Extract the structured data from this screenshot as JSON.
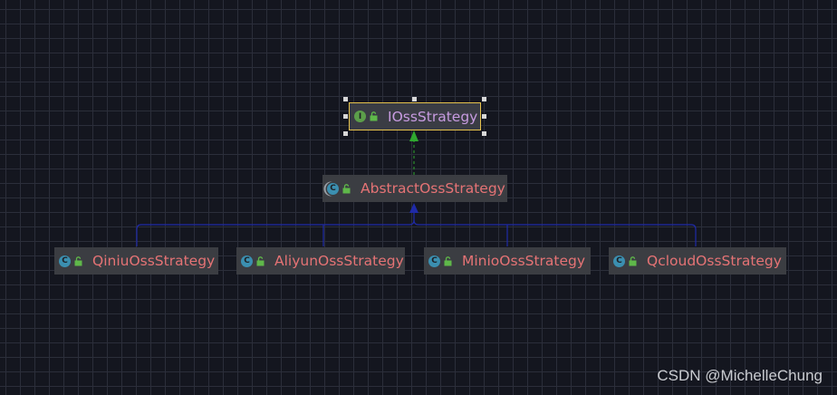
{
  "diagram": {
    "nodes": [
      {
        "id": "ioss",
        "label": "IOssStrategy",
        "kind": "interface",
        "kind_letter": "I",
        "icon": "interface-icon",
        "selected": true
      },
      {
        "id": "abstract",
        "label": "AbstractOssStrategy",
        "kind": "abstract-class",
        "kind_letter": "C",
        "icon": "abstract-class-icon",
        "selected": false
      },
      {
        "id": "qiniu",
        "label": "QiniuOssStrategy",
        "kind": "class",
        "kind_letter": "C",
        "icon": "class-icon",
        "selected": false
      },
      {
        "id": "aliyun",
        "label": "AliyunOssStrategy",
        "kind": "class",
        "kind_letter": "C",
        "icon": "class-icon",
        "selected": false
      },
      {
        "id": "minio",
        "label": "MinioOssStrategy",
        "kind": "class",
        "kind_letter": "C",
        "icon": "class-icon",
        "selected": false
      },
      {
        "id": "qcloud",
        "label": "QcloudOssStrategy",
        "kind": "class",
        "kind_letter": "C",
        "icon": "class-icon",
        "selected": false
      }
    ],
    "edges": [
      {
        "from": "abstract",
        "to": "ioss",
        "relation": "implements",
        "style": "dashed",
        "color": "#2fa82f"
      },
      {
        "from": "qiniu",
        "to": "abstract",
        "relation": "extends",
        "style": "solid",
        "color": "#1f2aa8"
      },
      {
        "from": "aliyun",
        "to": "abstract",
        "relation": "extends",
        "style": "solid",
        "color": "#1f2aa8"
      },
      {
        "from": "minio",
        "to": "abstract",
        "relation": "extends",
        "style": "solid",
        "color": "#1f2aa8"
      },
      {
        "from": "qcloud",
        "to": "abstract",
        "relation": "extends",
        "style": "solid",
        "color": "#1f2aa8"
      }
    ]
  },
  "colors": {
    "background": "#14161f",
    "grid": "#2b2e3a",
    "node_fill": "#3b3d42",
    "class_text": "#e57375",
    "interface_text": "#c79be0",
    "selection_border": "#e6c34d",
    "class_icon": "#3b8fb0",
    "interface_icon": "#5c9e4a",
    "lock_icon": "#5fb84a"
  },
  "watermark": "CSDN @MichelleChung"
}
